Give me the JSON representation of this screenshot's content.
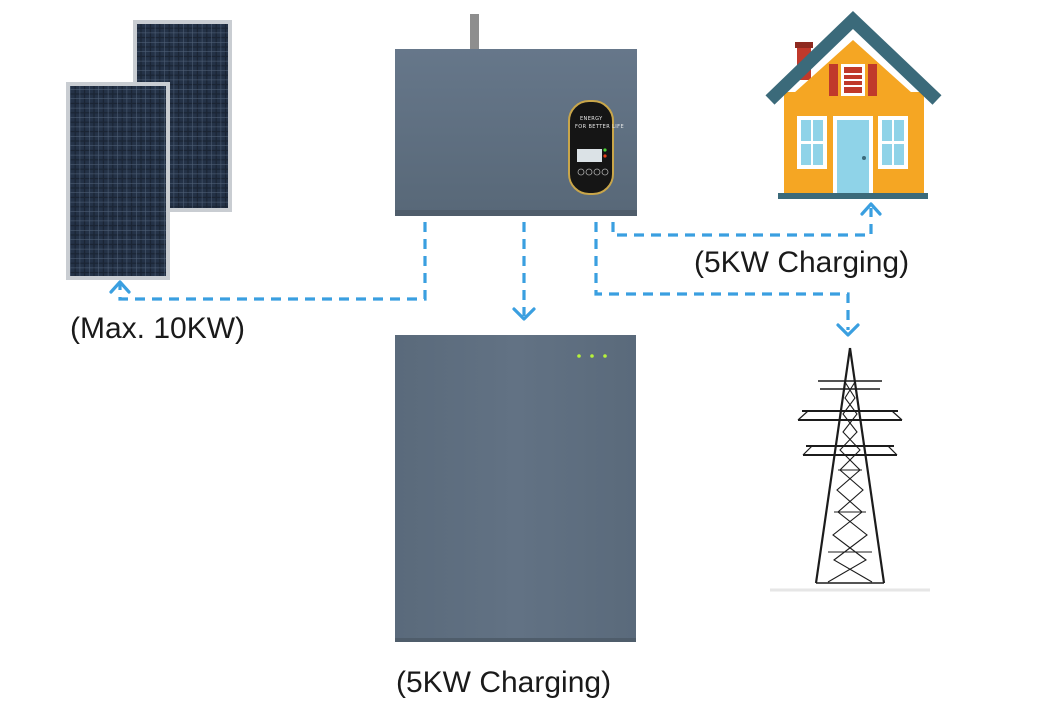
{
  "labels": {
    "pv": "(Max. 10KW)",
    "home": "(5KW Charging)",
    "battery": "(5KW Charging)"
  },
  "inverter": {
    "display_line1": "ENERGY",
    "display_line2": "FOR BETTER LIFE"
  },
  "colors": {
    "flow_line": "#3a9fe0",
    "enclosure": "#5d6d7c",
    "house_wall": "#f5a623",
    "house_roof": "#3b6a7a",
    "house_door": "#8fd3e8",
    "led": "#b6f23a"
  }
}
